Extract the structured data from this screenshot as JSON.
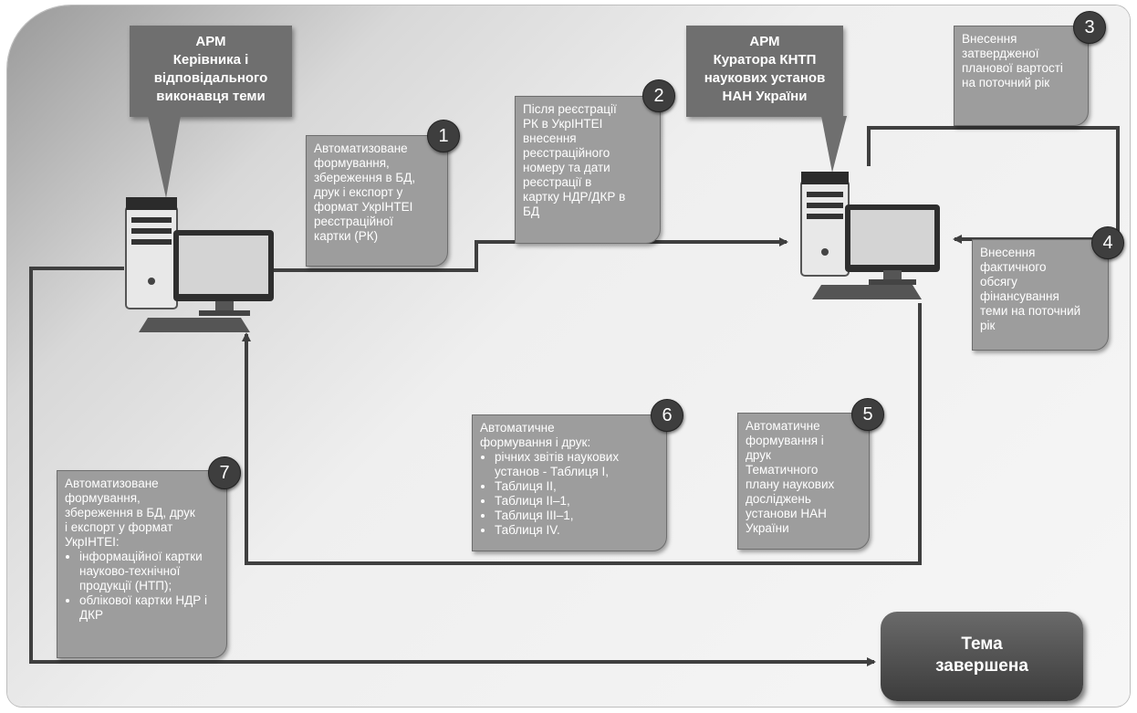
{
  "arm_left": {
    "line1": "АРМ",
    "line2": "Керівника і",
    "line3": "відповідального",
    "line4": "виконавця теми"
  },
  "arm_right": {
    "line1": "АРМ",
    "line2": "Куратора  КНТП",
    "line3": "наукових установ",
    "line4": "НАН України"
  },
  "steps": {
    "s1": {
      "number": "1",
      "lines": [
        "Автоматизоване",
        "формування,",
        "збереження в БД,",
        "друк і експорт у",
        "формат УкрІНТЕІ",
        "реєстраційної",
        "картки (РК)"
      ]
    },
    "s2": {
      "number": "2",
      "lines": [
        "Після реєстрації",
        "РК в УкрІНТЕІ",
        "внесення",
        "реєстраційного",
        "номеру та дати",
        "реєстрації в",
        "картку НДР/ДКР в",
        "БД"
      ]
    },
    "s3": {
      "number": "3",
      "lines": [
        "Внесення",
        "затвердженої",
        "планової вартості",
        "на поточний рік"
      ]
    },
    "s4": {
      "number": "4",
      "lines": [
        "Внесення",
        "фактичного",
        "обсягу",
        "фінансування",
        "теми на поточний",
        "рік"
      ]
    },
    "s5": {
      "number": "5",
      "lines": [
        "Автоматичне",
        "формування і",
        "друк",
        "Тематичного",
        "плану наукових",
        "досліджень",
        "установи НАН",
        "України"
      ]
    },
    "s6": {
      "number": "6",
      "intro": [
        "Автоматичне",
        "формування і друк:"
      ],
      "bullets": [
        "річних звітів наукових установ - Таблиця І,",
        "Таблиця ІІ,",
        "Таблиця ІІ–1,",
        "Таблиця ІІІ–1,",
        "Таблиця ІV."
      ]
    },
    "s7": {
      "number": "7",
      "intro": [
        "Автоматизоване",
        "формування,",
        "збереження в БД, друк",
        "і експорт у формат",
        "УкрІНТЕІ:"
      ],
      "bullets": [
        "інформаційної картки науково-технічної продукції (НТП);",
        "облікової картки НДР і ДКР"
      ]
    }
  },
  "final": {
    "line1": "Тема",
    "line2": "завершена"
  },
  "colors": {
    "line": "#3f3f3f",
    "box": "#9d9d9d",
    "badge": "#3e3e3e",
    "arm": "#6f6f6f"
  },
  "icons": {
    "computer": "desktop-computer-icon"
  }
}
